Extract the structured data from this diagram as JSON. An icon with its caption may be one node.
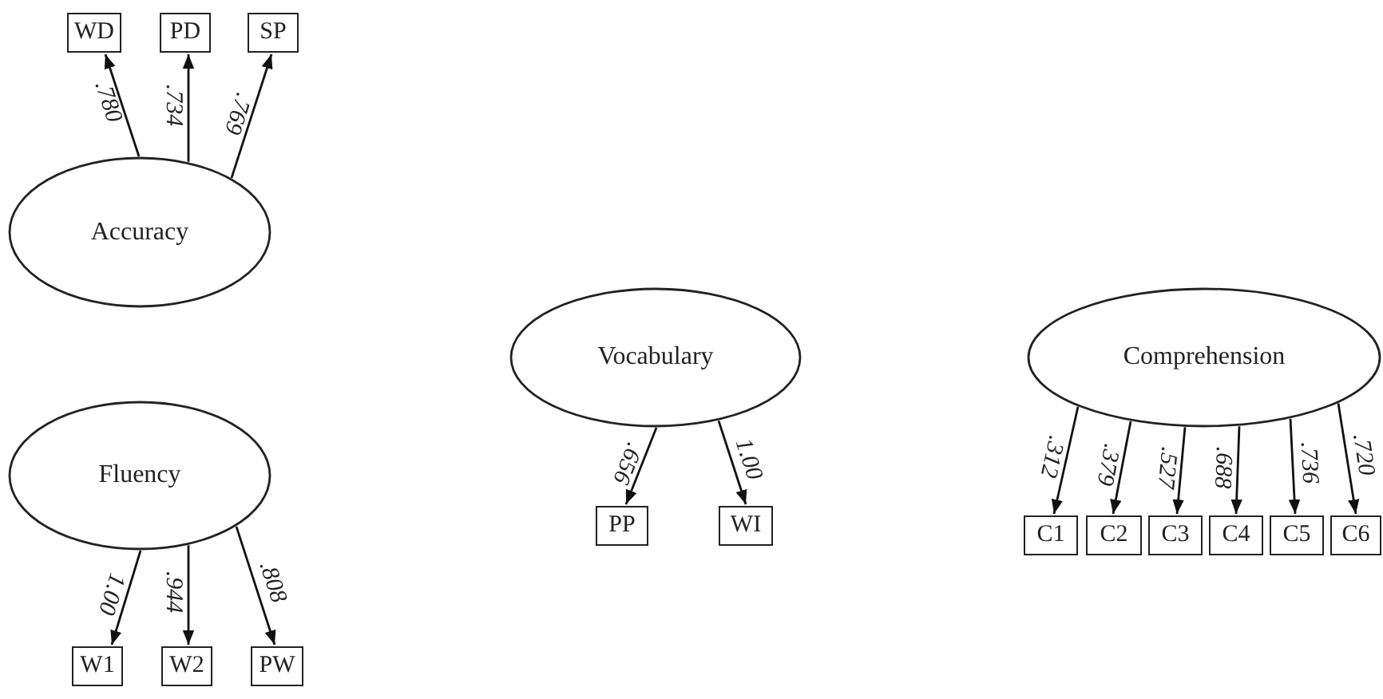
{
  "diagram": {
    "nodes": [
      {
        "text": [
          "WD"
        ]
      },
      {
        "text": [
          "PD"
        ]
      },
      {
        "text": [
          "SP"
        ]
      },
      {
        "text": [
          "Accuracy"
        ]
      },
      {
        "text": [
          "Fluency"
        ]
      },
      {
        "text": [
          "W1"
        ]
      },
      {
        "text": [
          "W2"
        ]
      },
      {
        "text": [
          "PW"
        ]
      },
      {
        "text": [
          "Vocabulary"
        ]
      },
      {
        "text": [
          "PP"
        ]
      },
      {
        "text": [
          "WI"
        ]
      },
      {
        "text": [
          "Comprehension"
        ]
      },
      {
        "text": [
          "C1"
        ]
      },
      {
        "text": [
          "C2"
        ]
      },
      {
        "text": [
          "C3"
        ]
      },
      {
        "text": [
          "C4"
        ]
      },
      {
        "text": [
          "C5"
        ]
      },
      {
        "text": [
          "C6"
        ]
      }
    ],
    "edges": [
      {
        "from": 3,
        "to": 0,
        "arrow": "to",
        "label": ".780"
      },
      {
        "from": 3,
        "to": 1,
        "arrow": "to",
        "label": ".734"
      },
      {
        "from": 3,
        "to": 2,
        "arrow": "to",
        "label": ".769"
      },
      {
        "from": 4,
        "to": 5,
        "arrow": "to",
        "label": "1.00"
      },
      {
        "from": 4,
        "to": 6,
        "arrow": "to",
        "label": ".944"
      },
      {
        "from": 4,
        "to": 7,
        "arrow": "to",
        "label": ".808"
      },
      {
        "from": 8,
        "to": 9,
        "arrow": "to",
        "label": ".656"
      },
      {
        "from": 8,
        "to": 10,
        "arrow": "to",
        "label": "1.00"
      },
      {
        "from": 11,
        "to": 12,
        "arrow": "to",
        "label": ".312"
      },
      {
        "from": 11,
        "to": 13,
        "arrow": "to",
        "label": ".379"
      },
      {
        "from": 11,
        "to": 14,
        "arrow": "to",
        "label": ".527"
      },
      {
        "from": 11,
        "to": 15,
        "arrow": "to",
        "label": ".688"
      },
      {
        "from": 11,
        "to": 16,
        "arrow": "to",
        "label": ".736"
      },
      {
        "from": 11,
        "to": 17,
        "arrow": "to",
        "label": ".720"
      }
    ]
  }
}
